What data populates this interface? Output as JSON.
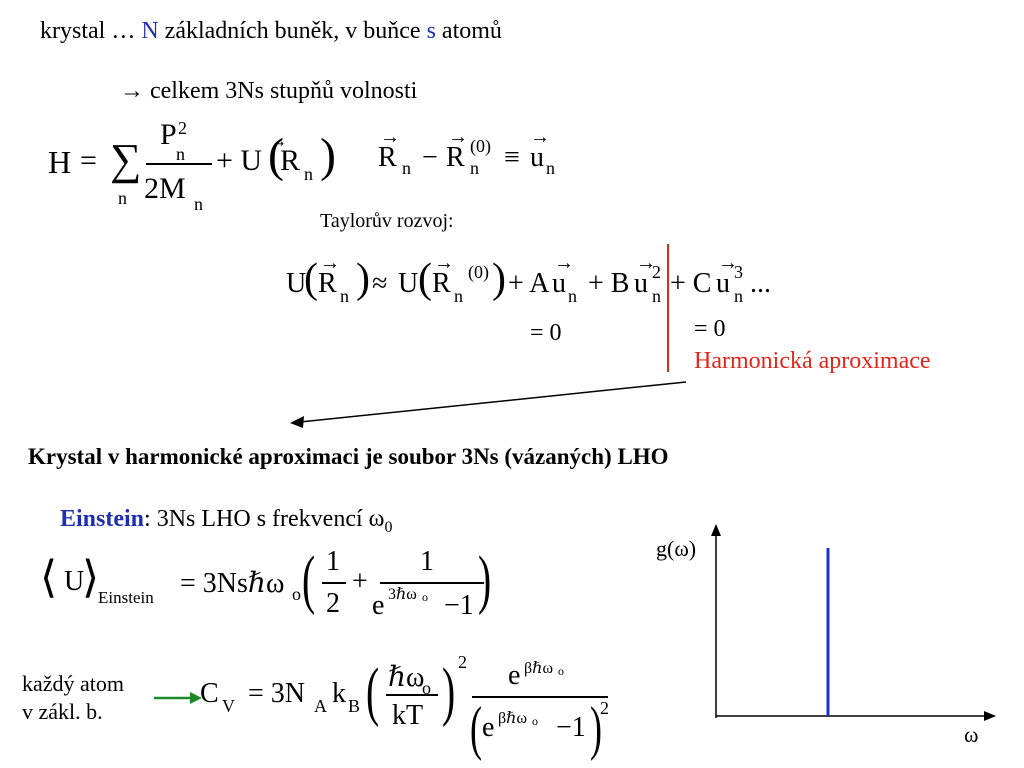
{
  "line1": {
    "part1": "krystal … ",
    "n_var": "N",
    "part2": " základních buněk, v buňce ",
    "s_var": "s",
    "part3": " atomů"
  },
  "line2": "→ celkem 3Ns stupňů volnosti",
  "hamiltonian": {
    "H": "H",
    "eq": "=",
    "sum": "∑",
    "sum_index": "n",
    "P": "P",
    "P_sub": "n",
    "P_sup": "2",
    "denominator": "2M",
    "M_sub": "n",
    "plus_u": "+ U",
    "R": "R",
    "R_sub": "n"
  },
  "displacement": {
    "R": "R",
    "R_sub": "n",
    "minus": "−",
    "R0": "R",
    "R0_sub": "n",
    "R0_sup": "(0)",
    "equiv": "≡",
    "u": "u",
    "u_sub": "n"
  },
  "taylor_label": "Taylorův rozvoj:",
  "taylor": {
    "lhs": "U",
    "R": "R",
    "R_sub": "n",
    "approx": "≈",
    "U2": "U",
    "R0": "R",
    "R0_sub": "n",
    "R0_sup": "(0)",
    "plus_a": "+ A",
    "u1": "u",
    "u1_sub": "n",
    "plus_b": "+ B",
    "u2": "u",
    "u2_sub": "n",
    "u2_sup": "2",
    "plus_c": "+ C",
    "u3": "u",
    "u3_sub": "n",
    "u3_sup": "3",
    "dots": "..."
  },
  "eq_zero_a": "= 0",
  "eq_zero_b": "= 0",
  "harmonic_label": "Harmonická aproximace",
  "conclusion": "Krystal v harmonické aproximaci je soubor 3Ns (vázaných) LHO",
  "einstein": {
    "name": "Einstein",
    "rest": ": 3Ns LHO s frekvencí ω",
    "sub": "0"
  },
  "einstein_energy": {
    "U": "U",
    "U_sub": "Einstein",
    "eq": "= 3Nsℏω",
    "omega_sub": "o",
    "one_a": "1",
    "two": "2",
    "plus": "+",
    "one_b": "1",
    "e": "e",
    "exp": "3ℏω",
    "exp_sub": "o",
    "minus_one": "−1"
  },
  "atom_note": {
    "line1": "každý atom",
    "line2": "v zákl. b."
  },
  "heat_capacity": {
    "C": "C",
    "C_sub": "V",
    "eq": "= 3N",
    "N_sub": "A",
    "k": "k",
    "k_sub": "B",
    "hw": "ℏω",
    "hw_sub": "o",
    "kT": "kT",
    "pow2": "2",
    "e_num": "e",
    "e_num_exp": "βℏω",
    "e_num_exp_sub": "o",
    "e_den": "e",
    "e_den_exp": "βℏω",
    "e_den_exp_sub": "o",
    "minus_one": "−1",
    "den_pow2": "2"
  },
  "graph": {
    "y_label": "g(ω)",
    "x_label": "ω",
    "line_color": "#1a2fd0"
  }
}
